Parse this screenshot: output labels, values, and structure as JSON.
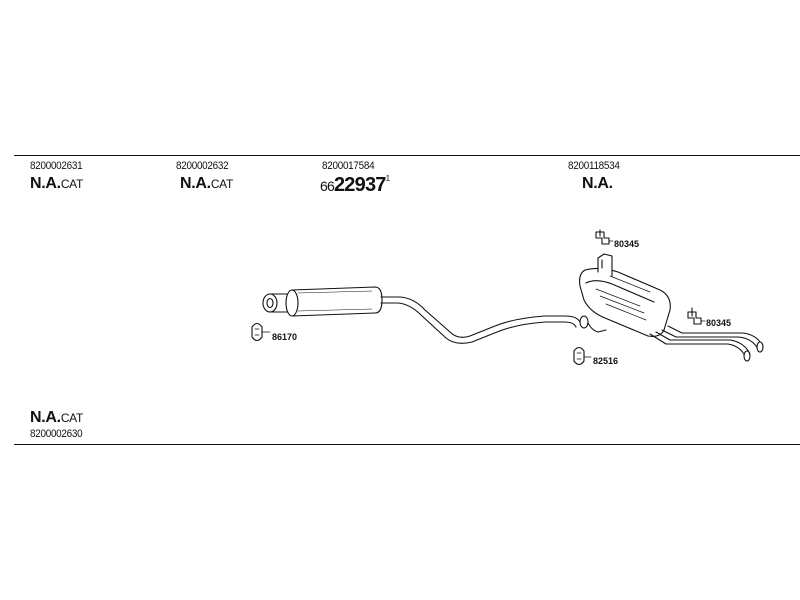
{
  "header_parts": [
    {
      "number": "8200002631",
      "code": "N.A.",
      "suffix": "CAT"
    },
    {
      "number": "8200002632",
      "code": "N.A.",
      "suffix": "CAT"
    },
    {
      "number": "8200017584",
      "prefix": "66",
      "code": "22937",
      "post": "1"
    },
    {
      "number": "8200118534",
      "code": "N.A.",
      "suffix": ""
    }
  ],
  "footer_part": {
    "number": "8200002630",
    "code": "N.A.",
    "suffix": "CAT"
  },
  "callouts": {
    "front_clamp": "86170",
    "top_hanger": "80345",
    "right_hanger": "80345",
    "rear_clamp": "82516"
  }
}
